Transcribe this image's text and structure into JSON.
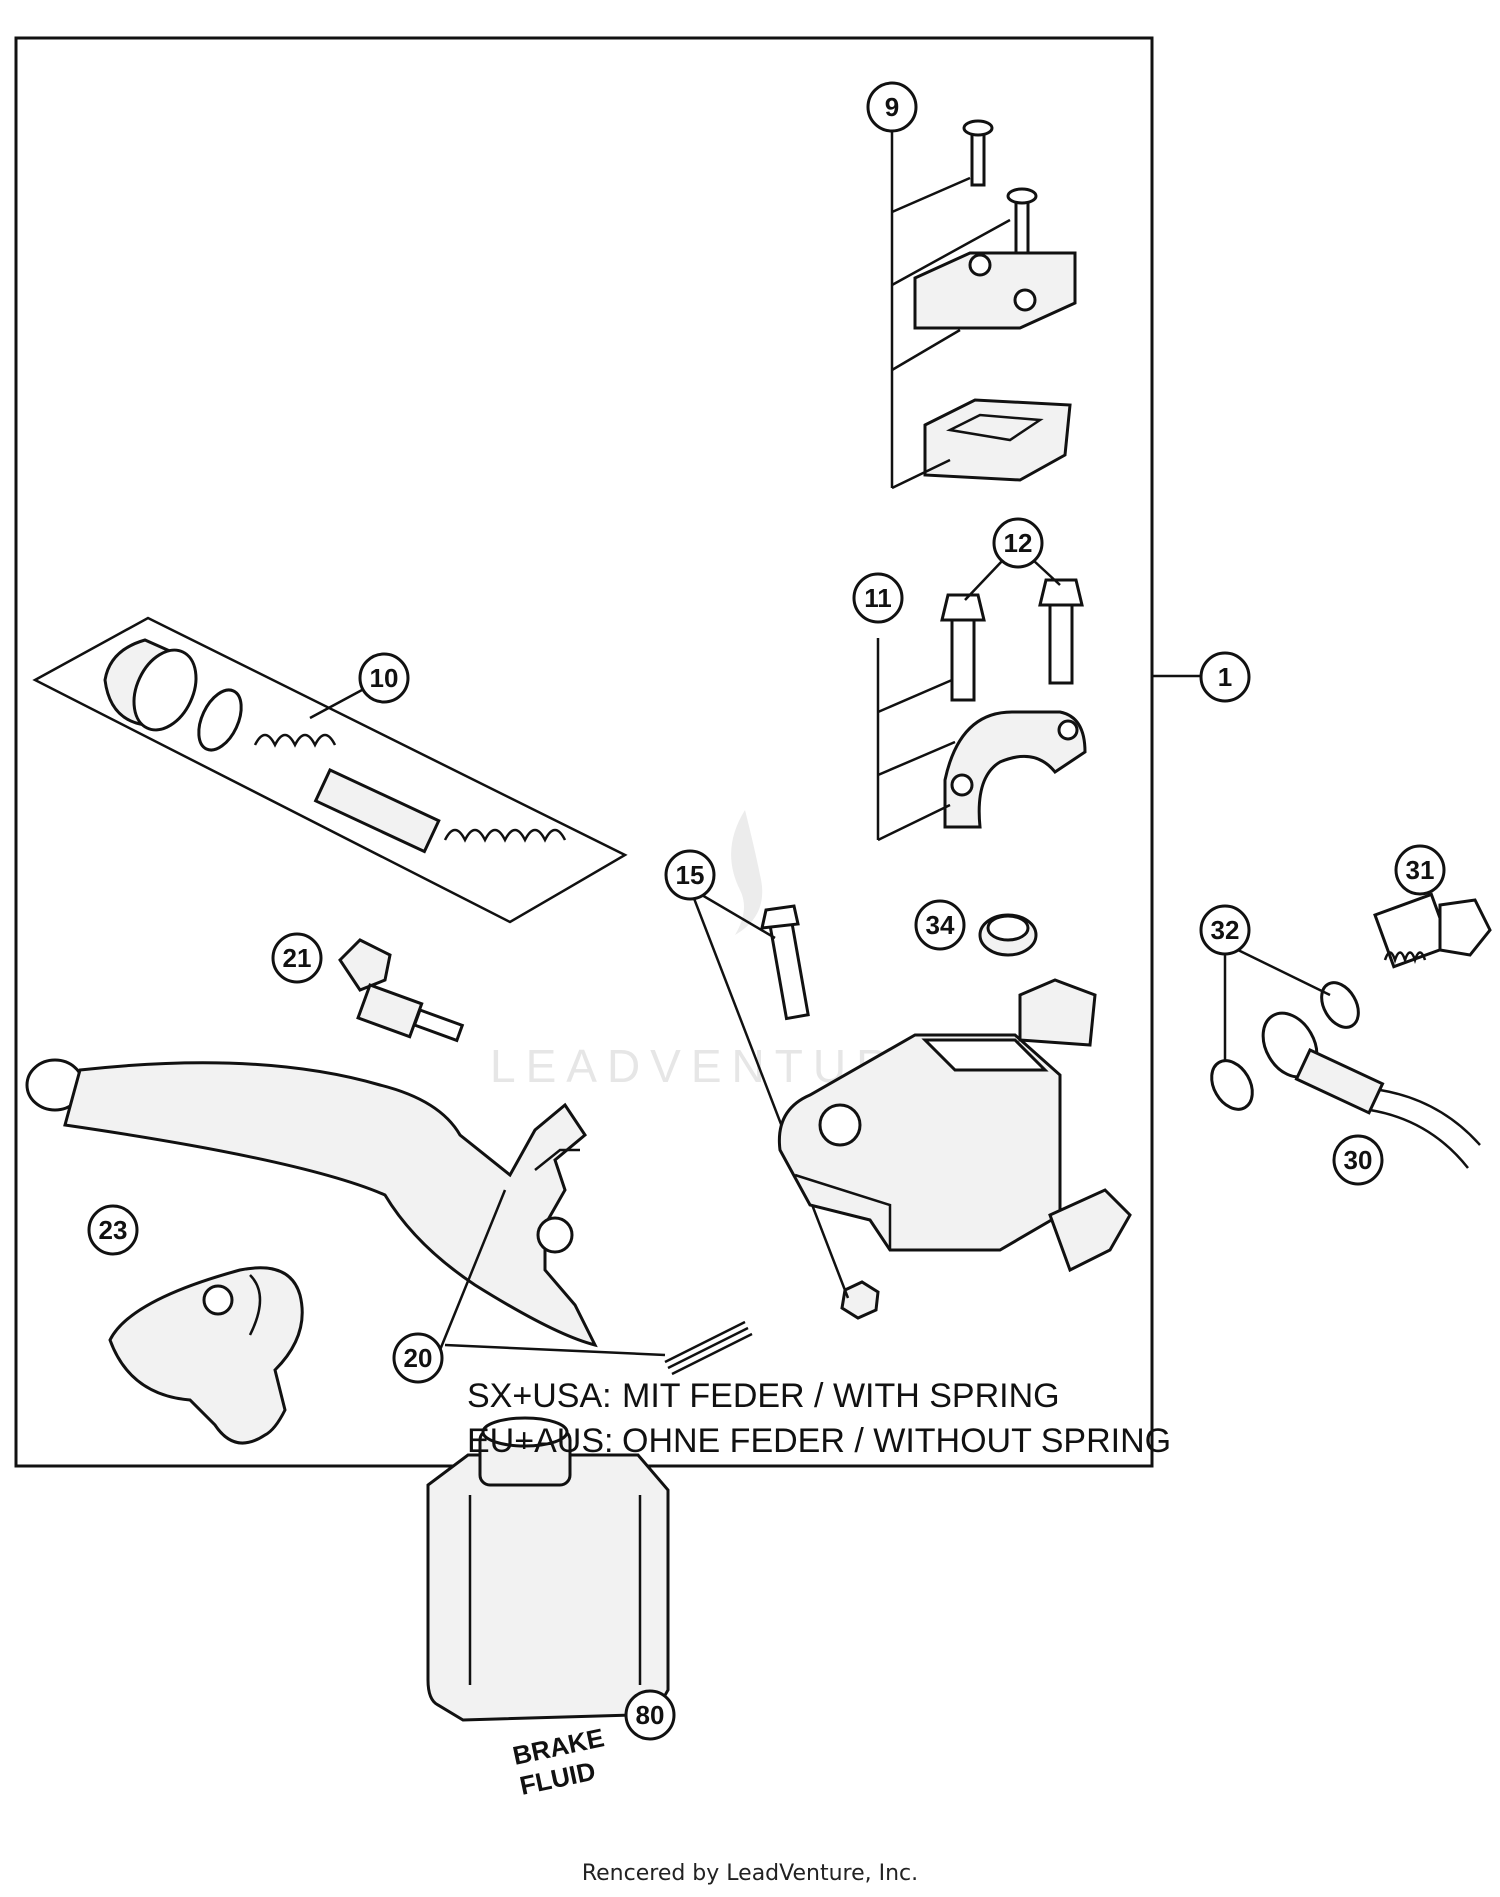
{
  "diagram": {
    "notes": {
      "line1_region": "SX+USA:",
      "line1_text": "MIT FEDER / WITH SPRING",
      "line2_region": "EU+AUS:",
      "line2_text": "OHNE FEDER / WITHOUT SPRING"
    },
    "callouts": {
      "c1": "1",
      "c9": "9",
      "c10": "10",
      "c11": "11",
      "c12": "12",
      "c15": "15",
      "c20": "20",
      "c21": "21",
      "c23": "23",
      "c30": "30",
      "c31": "31",
      "c32": "32",
      "c34": "34",
      "c80": "80"
    },
    "bottle_label_line1": "BRAKE",
    "bottle_label_line2": "FLUID",
    "watermark": "LEADVENTURE",
    "footer": "Rencered by LeadVenture, Inc."
  }
}
